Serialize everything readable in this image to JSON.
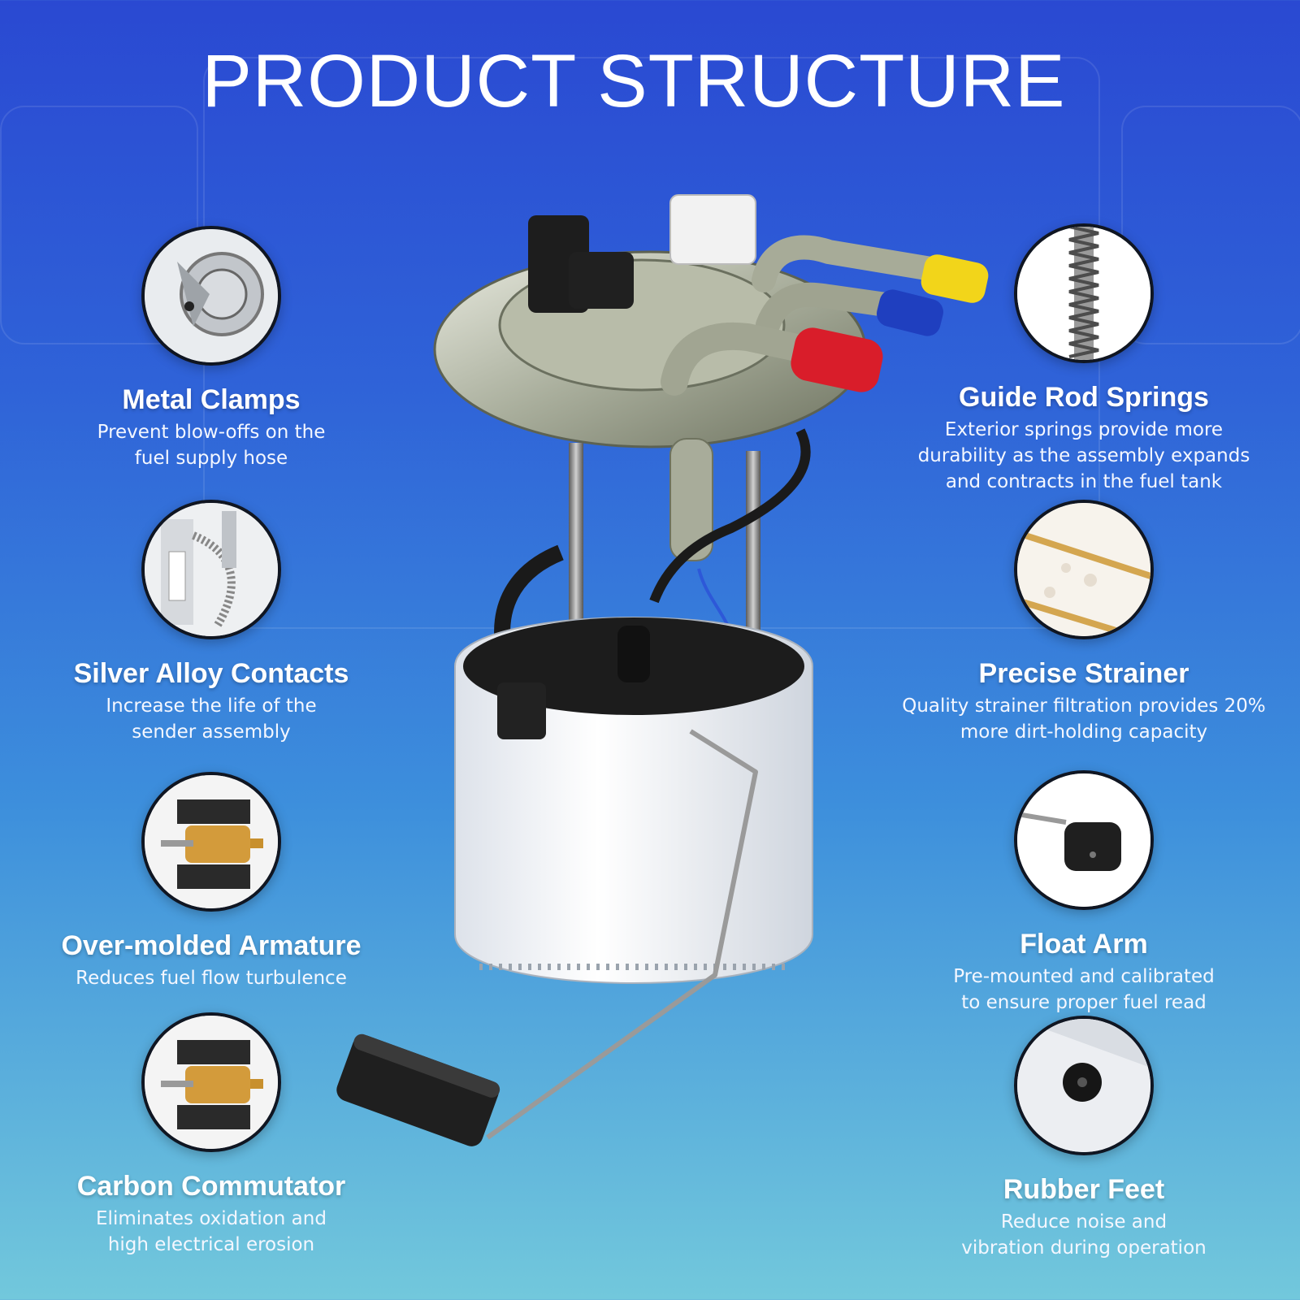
{
  "title": "PRODUCT STRUCTURE",
  "features_left": [
    {
      "title": "Metal Clamps",
      "desc_lines": [
        "Prevent blow-offs on the",
        "fuel supply hose"
      ],
      "icon": "metal-clamp-icon"
    },
    {
      "title": "Silver Alloy Contacts",
      "desc_lines": [
        "Increase the life of the",
        "sender assembly"
      ],
      "icon": "silver-contacts-icon"
    },
    {
      "title": "Over-molded Armature",
      "desc_lines": [
        "Reduces fuel flow turbulence"
      ],
      "icon": "armature-icon"
    },
    {
      "title": "Carbon Commutator",
      "desc_lines": [
        "Eliminates oxidation and",
        "high electrical erosion"
      ],
      "icon": "commutator-icon"
    }
  ],
  "features_right": [
    {
      "title": "Guide Rod Springs",
      "desc_lines": [
        "Exterior springs provide more",
        "durability as the assembly expands",
        "and contracts in the fuel tank"
      ],
      "icon": "spring-icon"
    },
    {
      "title": "Precise Strainer",
      "desc_lines": [
        "Quality strainer filtration provides 20%",
        "more dirt-holding capacity"
      ],
      "icon": "strainer-icon"
    },
    {
      "title": "Float Arm",
      "desc_lines": [
        "Pre-mounted and calibrated",
        "to ensure proper fuel read"
      ],
      "icon": "float-icon"
    },
    {
      "title": "Rubber Feet",
      "desc_lines": [
        "Reduce noise and",
        "vibration during operation"
      ],
      "icon": "rubber-foot-icon"
    }
  ],
  "colors": {
    "background_top": "#2a49d2",
    "background_bottom": "#72c8dc",
    "cap_yellow": "#f2d51a",
    "cap_blue": "#1f3fbf",
    "cap_red": "#d91d2a"
  }
}
